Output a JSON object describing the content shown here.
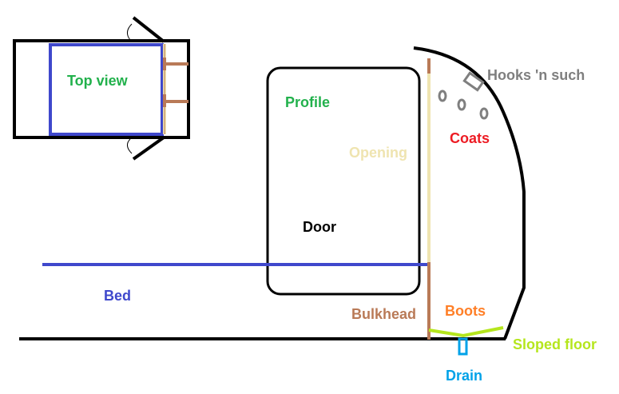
{
  "labels": {
    "top_view": "Top view",
    "profile": "Profile",
    "opening": "Opening",
    "door": "Door",
    "bed": "Bed",
    "bulkhead": "Bulkhead",
    "hooks": "Hooks 'n such",
    "coats": "Coats",
    "boots": "Boots",
    "sloped_floor": "Sloped floor",
    "drain": "Drain"
  },
  "colors": {
    "outline": "#000000",
    "bed": "#3f48cc",
    "bulkhead": "#b97a57",
    "opening": "#efe4b0",
    "label_green": "#22b14c",
    "hooks": "#7f7f7f",
    "coats": "#ed1c24",
    "boots": "#ff7f27",
    "sloped_floor": "#b5e61d",
    "drain": "#00a2e8"
  }
}
